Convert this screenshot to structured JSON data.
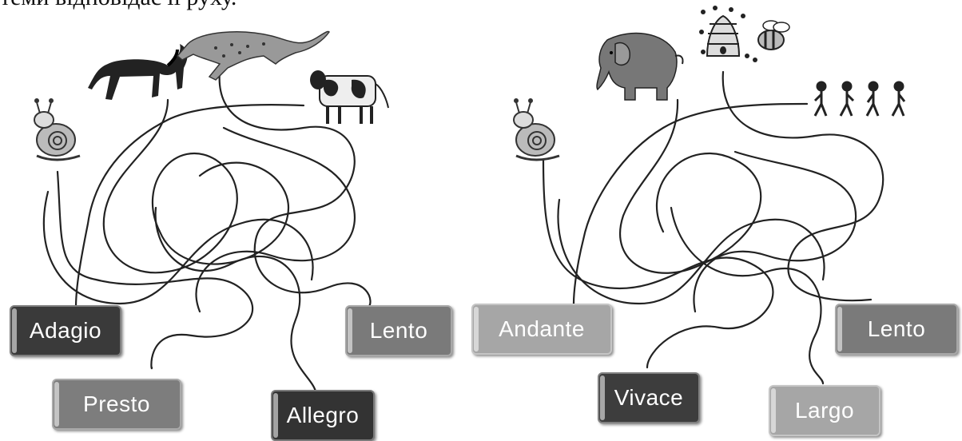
{
  "header": {
    "text": "теми відповідає її руху."
  },
  "left_puzzle": {
    "animals": [
      "snail-icon",
      "horse-icon",
      "cheetah-icon",
      "cow-icon"
    ],
    "labels": {
      "adagio": "Adagio",
      "lento": "Lento",
      "presto": "Presto",
      "allegro": "Allegro"
    }
  },
  "right_puzzle": {
    "animals": [
      "snail-icon",
      "elephant-icon",
      "beehive-bee-icon",
      "walking-people-icon"
    ],
    "labels": {
      "andante": "Andante",
      "lento": "Lento",
      "vivace": "Vivace",
      "largo": "Largo"
    }
  },
  "colors": {
    "dark_box": "#3a3a3a",
    "mid_box": "#7a7a7a",
    "light_box": "#a6a6a6",
    "line": "#222222"
  }
}
